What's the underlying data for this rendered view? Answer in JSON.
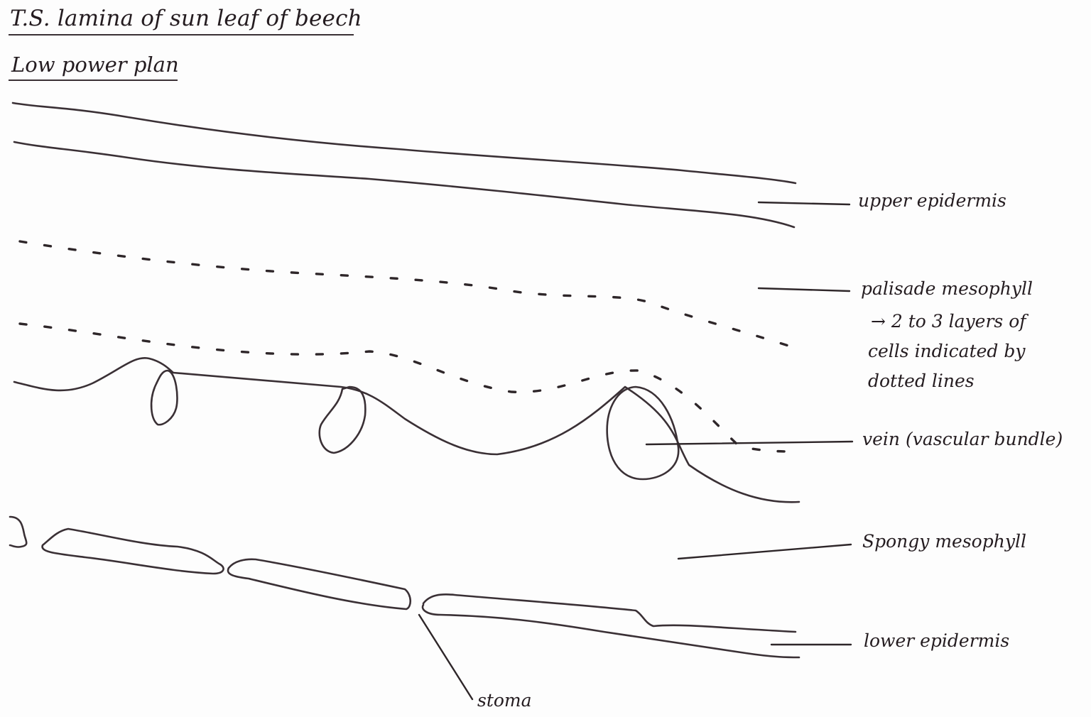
{
  "header": {
    "title": "T.S. lamina of sun leaf of beech",
    "subtitle": "Low power plan"
  },
  "labels": {
    "upper_epidermis": "upper epidermis",
    "palisade_mesophyll": "palisade mesophyll",
    "palisade_note_line1": "→ 2 to 3 layers of",
    "palisade_note_line2": "cells indicated by",
    "palisade_note_line3": "dotted lines",
    "vein": "vein (vascular bundle)",
    "spongy_mesophyll": "Spongy mesophyll",
    "lower_epidermis": "lower epidermis",
    "stoma": "stoma"
  },
  "colors": {
    "ink": "#3a3035",
    "paper": "#fdfdfd"
  }
}
